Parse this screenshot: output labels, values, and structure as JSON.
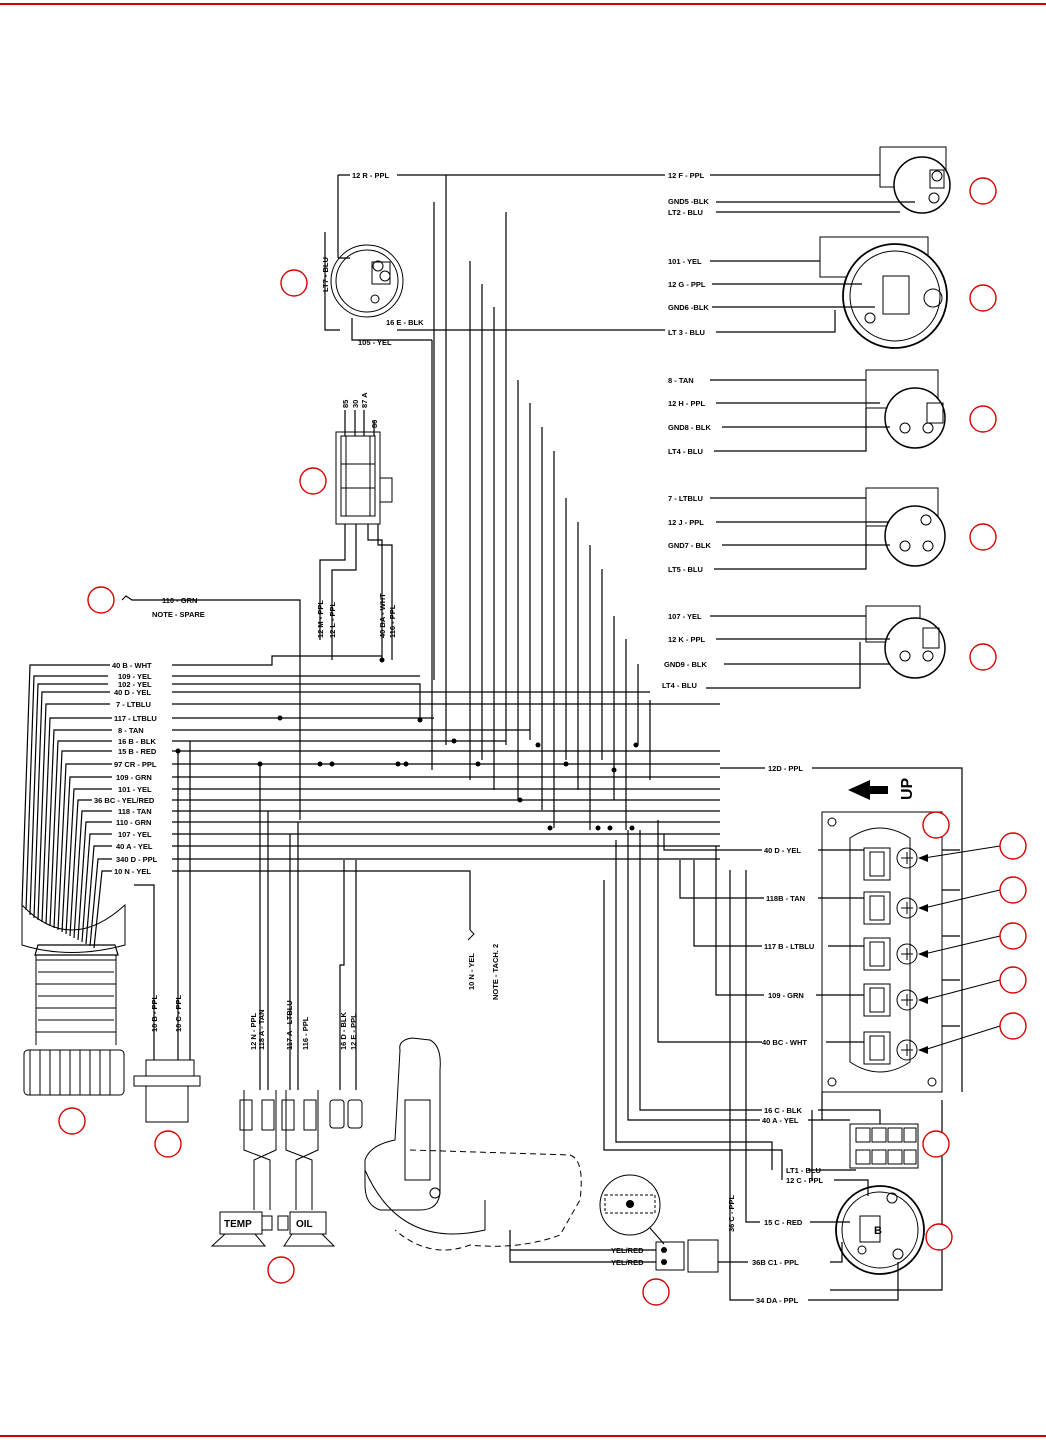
{
  "colors": {
    "rule": "#d40000",
    "callout": "#d90000",
    "ink": "#000000"
  },
  "gauges": {
    "g1": [
      "12 F - PPL",
      "GND5 -BLK",
      "LT2 - BLU"
    ],
    "g2": [
      "101 - YEL",
      "12 G - PPL",
      "GND6 -BLK",
      "LT 3 - BLU"
    ],
    "g3": [
      "8 - TAN",
      "12 H - PPL",
      "GND8 - BLK",
      "LT4 - BLU"
    ],
    "g4": [
      "7 - LTBLU",
      "12 J - PPL",
      "GND7 - BLK",
      "LT5 - BLU"
    ],
    "g5": [
      "107 - YEL",
      "12 K - PPL",
      "GND9 - BLK",
      "LT4 - BLU"
    ]
  },
  "top_left": {
    "wire_12r": "12 R - PPL",
    "lt7": "LT7 - BLU",
    "w16e": "16 E - BLK",
    "w105": "105 - YEL"
  },
  "relay": {
    "pins": [
      "85",
      "30",
      "87 A",
      "86"
    ],
    "wires": [
      "12 M - PPL",
      "12 L - PPL",
      "40 BA - WHT",
      "116 - PPL"
    ]
  },
  "spare": {
    "wire": "110 - GRN",
    "note": "NOTE - SPARE"
  },
  "harness_wires": [
    "40 B - WHT",
    "109 - YEL",
    "102 - YEL",
    "40 D - YEL",
    "7 - LTBLU",
    "117 - LTBLU",
    "8 - TAN",
    "16 B - BLK",
    "15 B - RED",
    "97 CR - PPL",
    "109 - GRN",
    "101 - YEL",
    "36 BC - YEL/RED",
    "118 - TAN",
    "110 - GRN",
    "107 - YEL",
    "40 A - YEL",
    "340 D - PPL",
    "10 N - YEL"
  ],
  "bottom_wires": {
    "plug": [
      "10 B - PPL",
      "10 C - PPL"
    ],
    "senders": [
      "12 N - PPL",
      "118 A - TAN",
      "117 A - LTBLU",
      "116 - PPL"
    ],
    "pair": [
      "16 D - BLK",
      "12 E - PPL"
    ],
    "tach": [
      "10 N - YEL",
      "NOTE - TACH. 2"
    ]
  },
  "senders": {
    "temp": "TEMP",
    "oil": "OIL"
  },
  "panel": {
    "up": "UP",
    "w12d": "12D - PPL",
    "breakers": [
      "40 D - YEL",
      "118B - TAN",
      "117 B - LTBLU",
      "109 - GRN",
      "40 BC - WHT"
    ]
  },
  "lower_right": [
    "16 C - BLK",
    "40 A - YEL",
    "LT1 - BLU",
    "12 C - PPL",
    "15 C - RED",
    "36B C1 - PPL",
    "34 DA - PPL"
  ],
  "ignition": {
    "b": "B",
    "w36c": "36 C - PPL"
  },
  "trim": {
    "w1": "YEL/RED",
    "w2": "YEL/RED"
  }
}
